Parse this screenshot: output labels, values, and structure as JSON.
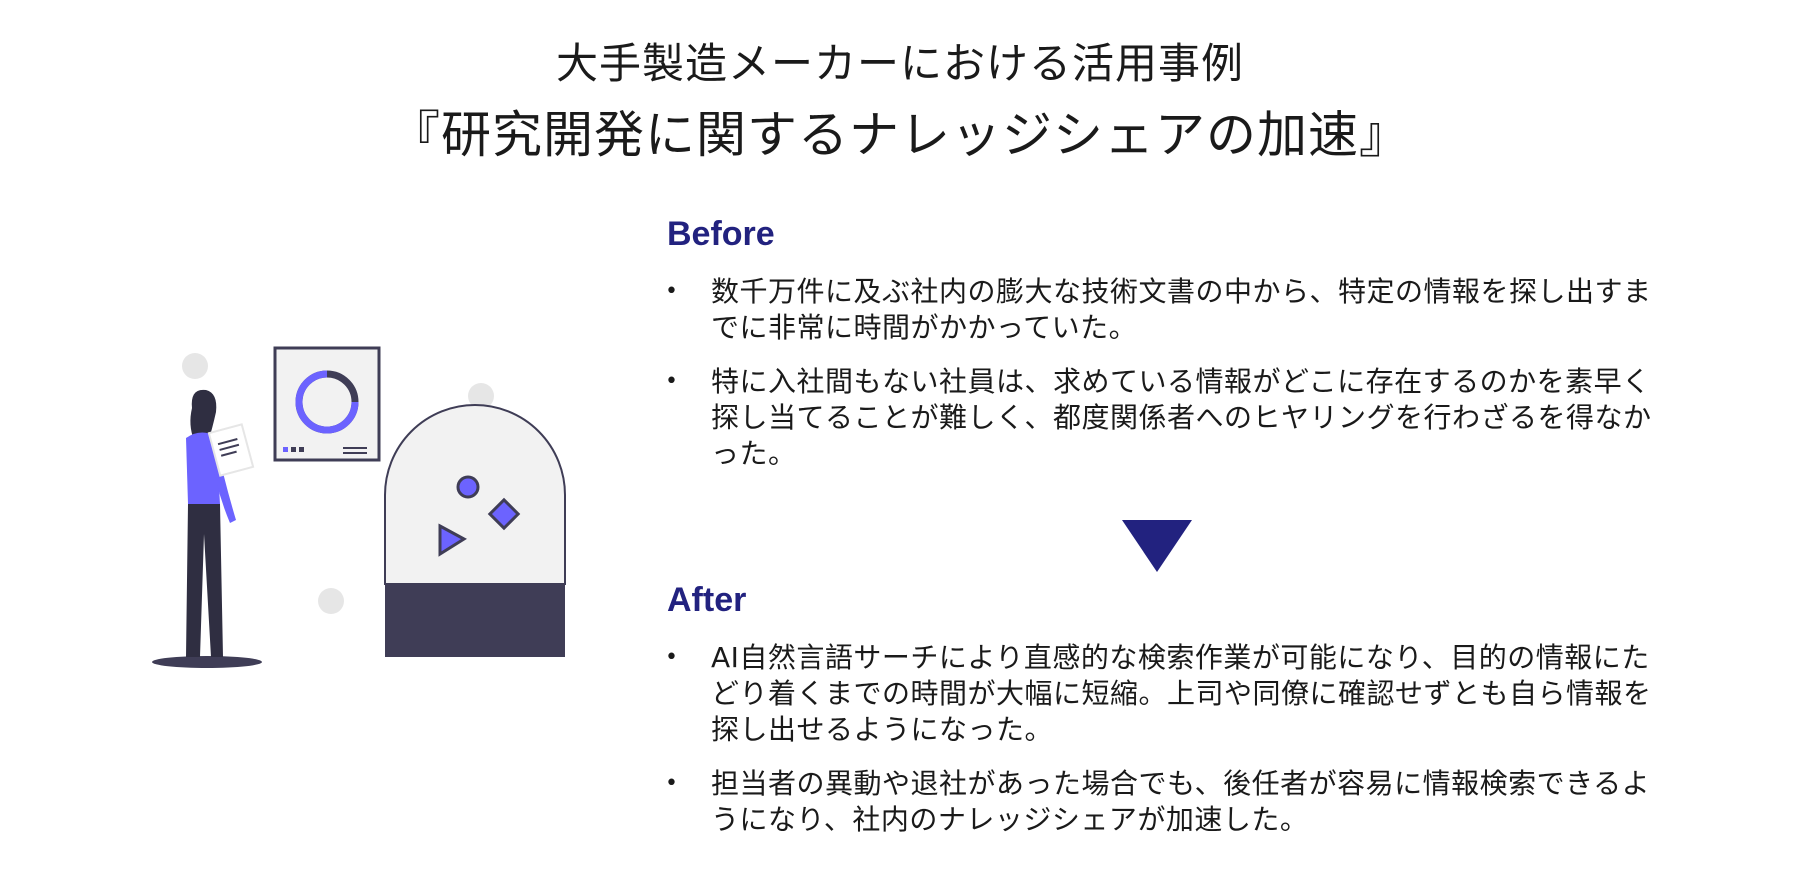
{
  "title": {
    "line1": "大手製造メーカーにおける活用事例",
    "line2": "『研究開発に関するナレッジシェアの加速』"
  },
  "before": {
    "heading": "Before",
    "items": [
      "数千万件に及ぶ社内の膨大な技術文書の中から、特定の情報を探し出すまでに非常に時間がかかっていた。",
      "特に入社間もない社員は、求めている情報がどこに存在するのかを素早く探し当てることが難しく、都度関係者へのヒヤリングを行わざるを得なかった。"
    ]
  },
  "after": {
    "heading": "After",
    "items": [
      "AI自然言語サーチにより直感的な検索作業が可能になり、目的の情報にたどり着くまでの時間が大幅に短縮。上司や同僚に確認せずとも自ら情報を探し出せるようになった。",
      "担当者の異動や退社があった場合でも、後任者が容易に情報検索できるようになり、社内のナレッジシェアが加速した。"
    ]
  },
  "bullet_glyph": "•",
  "colors": {
    "heading": "#22227f",
    "arrow": "#22227f",
    "accent_purple": "#6c63ff",
    "dark": "#3f3d56",
    "light_gray": "#e6e6e6"
  }
}
